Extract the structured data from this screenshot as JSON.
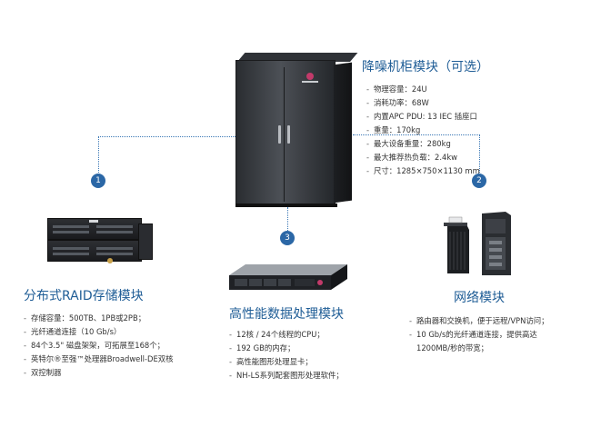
{
  "cabinet": {
    "title": "降噪机柜模块（可选）",
    "specs": [
      "物理容量：24U",
      "消耗功率：68W",
      "内置APC PDU: 13 IEC 插座口",
      "重量：170kg",
      "最大设备重量：280kg",
      "最大推荐热负载：2.4kw",
      "尺寸：1285×750×1130 mm"
    ]
  },
  "storage": {
    "title": "分布式RAID存储模块",
    "specs": [
      "存储容量：500TB、1PB或2PB；",
      "光纤通道连接（10 Gb/s）",
      "84个3.5\" 磁盘架架，可拓展至168个；",
      "英特尔®至强™处理器Broadwell-DE双核",
      "双控制器"
    ]
  },
  "processing": {
    "title": "高性能数据处理模块",
    "specs": [
      "12核 / 24个线程的CPU；",
      "192 GB的内存；",
      "高性能图形处理显卡；",
      "NH-LS系列配套图形处理软件；"
    ]
  },
  "network": {
    "title": "网络模块",
    "specs": [
      "路由器和交换机，便于远程/VPN访问；",
      "10 Gb/s的光纤通道连接，提供高达 1200MB/秒的带宽；"
    ]
  },
  "badges": [
    "1",
    "2",
    "3"
  ],
  "colors": {
    "accent": "#1f5d96",
    "badge": "#2b67a6",
    "dots": "#3a77b5"
  }
}
